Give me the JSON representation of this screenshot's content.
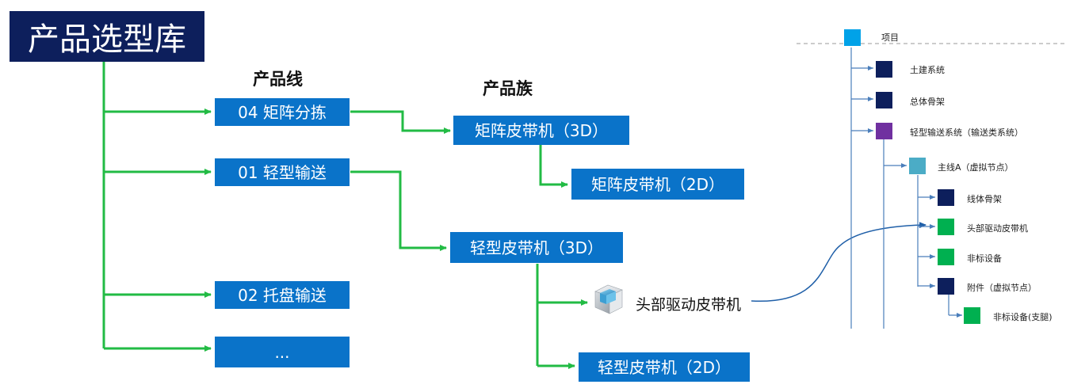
{
  "library_title": "产品选型库",
  "headings": {
    "product_line": "产品线",
    "product_family": "产品族"
  },
  "product_lines": [
    "04 矩阵分拣",
    "01 轻型输送",
    "02 托盘输送",
    "..."
  ],
  "product_families": {
    "matrix_3d": "矩阵皮带机（3D）",
    "matrix_2d": "矩阵皮带机（2D）",
    "light_3d": "轻型皮带机（3D）",
    "light_2d": "轻型皮带机（2D）"
  },
  "part": {
    "label": "头部驱动皮带机",
    "icon": "3d-cube-icon"
  },
  "tree": {
    "root": "项目",
    "nodes": [
      "土建系统",
      "总体骨架",
      "轻型输送系统（输送类系统）",
      "主线A（虚拟节点）",
      "线体骨架",
      "头部驱动皮带机",
      "非标设备",
      "附件（虚拟节点）",
      "非标设备(支腿)"
    ]
  },
  "colors": {
    "title_bg": "#0d1f5c",
    "box_bg": "#0a73c9",
    "connector": "#22bb44",
    "tree_root": "#00a2e8",
    "tree_navy": "#0d1f5c",
    "tree_purple": "#7030a0",
    "tree_teal": "#4bacc6",
    "tree_green": "#00b050",
    "tree_line": "#4a7ebb"
  }
}
